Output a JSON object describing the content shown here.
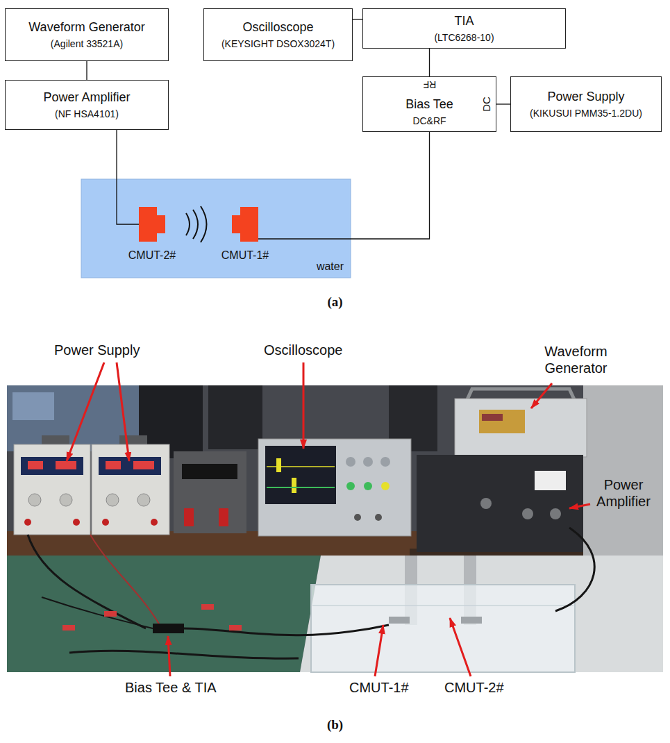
{
  "diagram": {
    "nodes": [
      {
        "text": [
          "Waveform Generator",
          "(Agilent 33521A)"
        ]
      },
      {
        "text": [
          "Oscilloscope",
          "(KEYSIGHT DSOX3024T)"
        ]
      },
      {
        "text": [
          "TIA",
          "(LTC6268-10)"
        ]
      },
      {
        "text": [
          "Power Amplifier",
          "(NF HSA4101)"
        ]
      },
      {
        "text": [
          "RF",
          "Bias Tee",
          "DC&RF",
          "DC"
        ]
      },
      {
        "text": [
          "Power Supply",
          "(KIKUSUI PMM35-1.2DU)"
        ]
      },
      {
        "text": [
          "water"
        ]
      },
      {
        "text": [
          "CMUT-2#"
        ],
        "in": 6
      },
      {
        "text": [
          "CMUT-1#"
        ],
        "in": 6
      }
    ],
    "edges": [
      {
        "from": 0,
        "to": 3,
        "arrow": "none"
      },
      {
        "from": 1,
        "to": 2,
        "arrow": "none"
      },
      {
        "from": 2,
        "to": 4,
        "arrow": "none"
      },
      {
        "from": 4,
        "to": 5,
        "arrow": "none"
      },
      {
        "from": 3,
        "to": 7,
        "arrow": "none"
      },
      {
        "from": 4,
        "to": 8,
        "arrow": "none"
      }
    ],
    "labels": [
      "(a)",
      "Power Supply",
      "Oscilloscope",
      "Waveform Generator",
      "Power Amplifier",
      "Bias Tee & TIA",
      "CMUT-1#",
      "CMUT-2#",
      "(b)"
    ]
  }
}
